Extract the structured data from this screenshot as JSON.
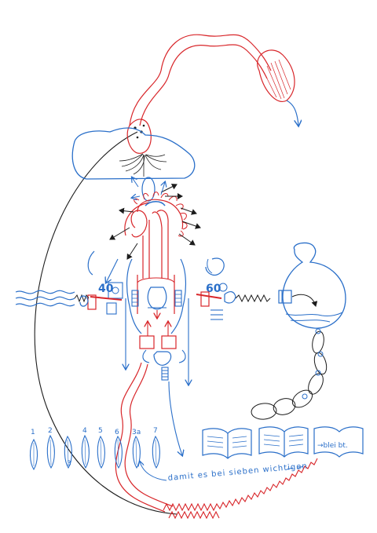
{
  "colors": {
    "blue": "#2a6fc9",
    "red": "#d8262a",
    "black": "#1c1c1c"
  },
  "gauges": {
    "left": "40",
    "right": "60"
  },
  "leaves": [
    "1",
    "2",
    "3",
    "4",
    "5",
    "6",
    "3a",
    "7"
  ],
  "book_label": "→blei bt.",
  "caption": "damit es bei sieben wichtigen"
}
